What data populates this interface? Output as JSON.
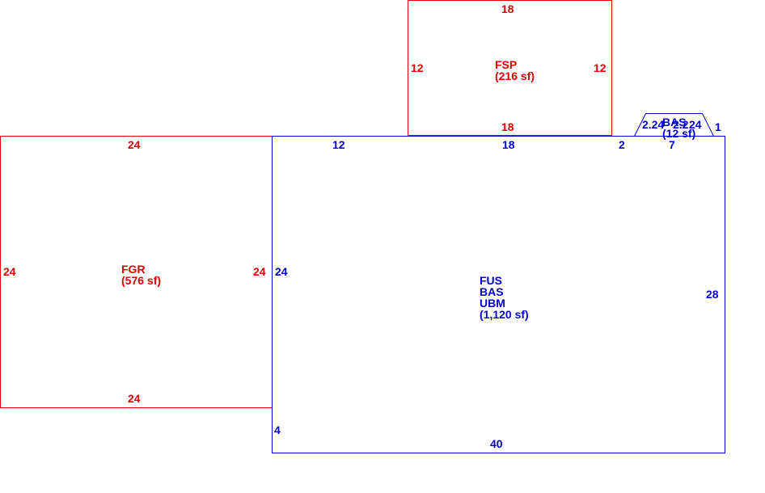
{
  "colors": {
    "red": "#dd0000",
    "blue": "#0000cc"
  },
  "areas": {
    "fsp": {
      "code": "FSP",
      "area": "(216 sf)",
      "top": "18",
      "left": "12",
      "right": "12",
      "bottom": "18"
    },
    "fgr": {
      "code": "FGR",
      "area": "(576 sf)",
      "top": "24",
      "left": "24",
      "right": "24",
      "bottom": "24"
    },
    "main": {
      "codes": [
        "FUS",
        "BAS",
        "UBM"
      ],
      "area": "(1,120 sf)",
      "top_left": "12",
      "top_mid": "18",
      "top_right": "2",
      "left": "24",
      "left_lower": "4",
      "right": "28",
      "bottom": "40"
    },
    "small": {
      "code": "BAS",
      "area": "(12 sf)",
      "left": "2.24",
      "top": "2.2",
      "right_top": "24",
      "right": "1",
      "bottom": "7"
    }
  }
}
